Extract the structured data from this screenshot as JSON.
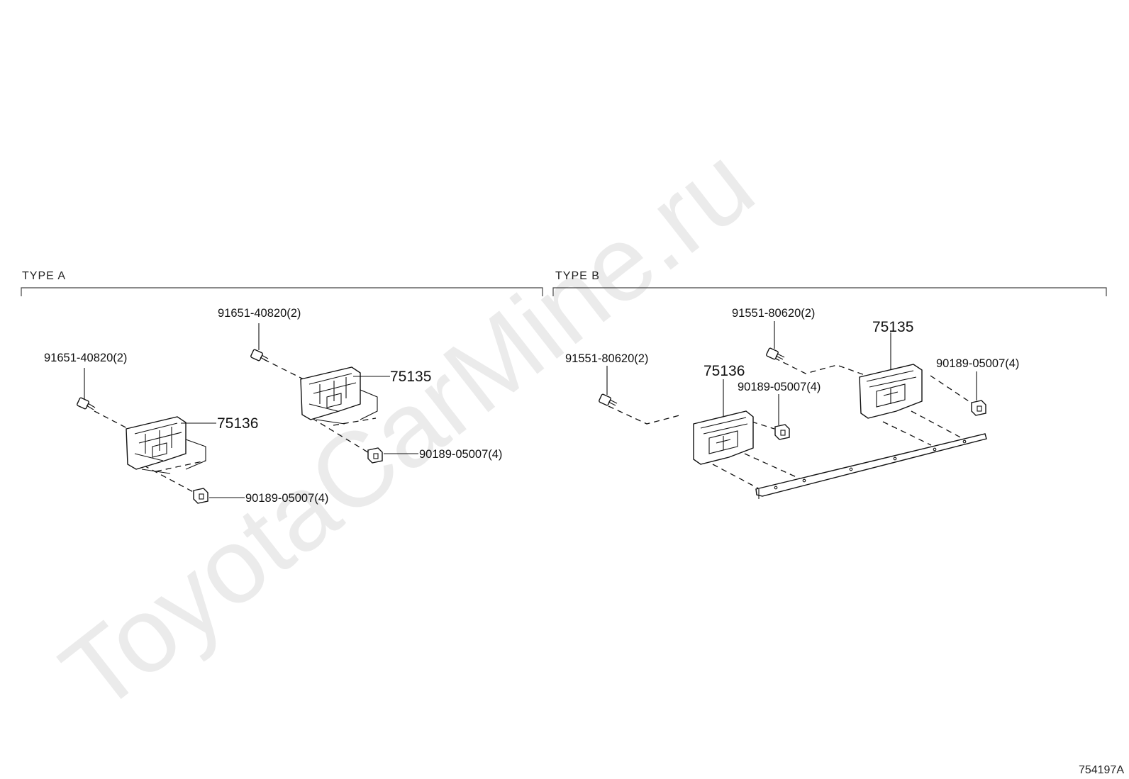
{
  "watermark": "ToyotaCarMine.ru",
  "diagram_code": "754197A",
  "sections": [
    {
      "label": "TYPE A"
    },
    {
      "label": "TYPE B"
    }
  ],
  "labels": {
    "a_bolt_upper": "91651-40820(2)",
    "a_bolt_lower": "91651-40820(2)",
    "a_bracket_upper": "75135",
    "a_bracket_lower": "75136",
    "a_clip_upper": "90189-05007(4)",
    "a_clip_lower": "90189-05007(4)",
    "b_bolt_upper": "91551-80620(2)",
    "b_bolt_left": "91551-80620(2)",
    "b_bracket_right": "75135",
    "b_bracket_left": "75136",
    "b_clip_right": "90189-05007(4)",
    "b_clip_mid": "90189-05007(4)"
  }
}
